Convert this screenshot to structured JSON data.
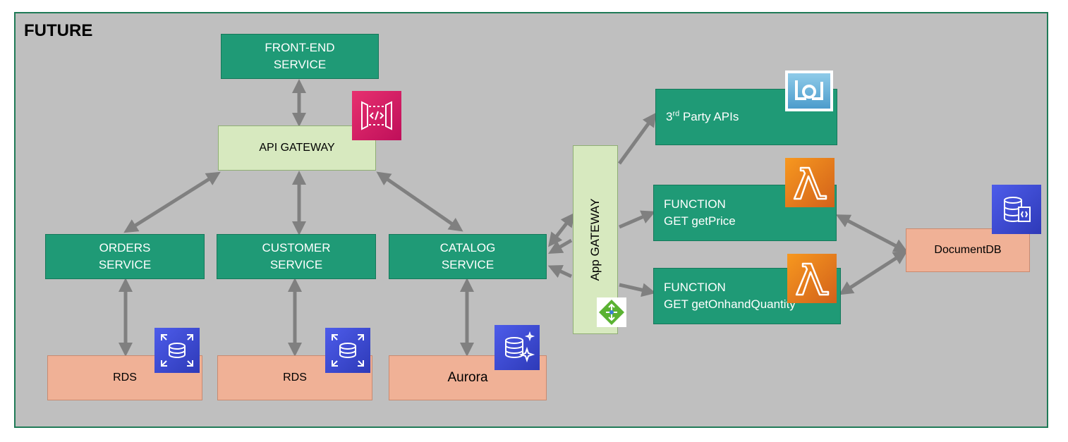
{
  "diagram": {
    "title": "FUTURE",
    "frontend": [
      "FRONT-END",
      "SERVICE"
    ],
    "api_gateway": "API GATEWAY",
    "orders": [
      "ORDERS",
      "SERVICE"
    ],
    "customer": [
      "CUSTOMER",
      "SERVICE"
    ],
    "catalog": [
      "CATALOG",
      "SERVICE"
    ],
    "rds_1": "RDS",
    "rds_2": "RDS",
    "aurora": "Aurora",
    "app_gateway": "App GATEWAY",
    "third_party": {
      "prefix": "3",
      "sup": "rd",
      "suffix": " Party APIs"
    },
    "func_price": [
      "FUNCTION",
      "GET getPrice"
    ],
    "func_qty": [
      "FUNCTION",
      "GET getOnhandQuantity"
    ],
    "documentdb": "DocumentDB"
  },
  "colors": {
    "frame_bg": "#bfbfbf",
    "service_green": "#1f9a76",
    "gateway_light_green": "#d7e9bf",
    "database_salmon": "#f0b196",
    "arrow_gray": "#808080",
    "api_gateway_icon": "#d6246e",
    "database_icon_blue": "#3b48cc",
    "lambda_icon_orange": "#e8731b",
    "third_party_icon_blue": "#5ea7d6"
  },
  "icons": {
    "api_gateway": "api-gateway-icon",
    "rds": "rds-database-icon",
    "aurora": "aurora-database-icon",
    "lambda": "lambda-icon",
    "documentdb": "documentdb-icon",
    "third_party": "api-management-icon",
    "app_gateway": "application-gateway-icon"
  }
}
